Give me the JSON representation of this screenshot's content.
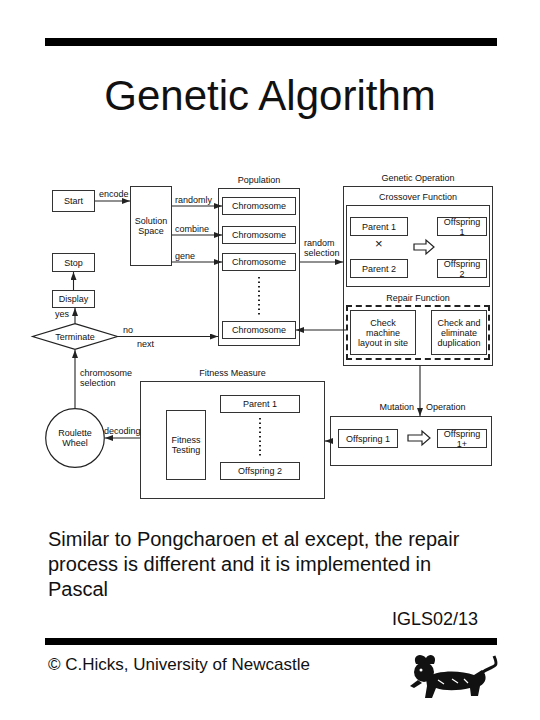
{
  "diagram": {
    "title": "Genetic Algorithm",
    "caption": "Similar to Pongcharoen et al except, the repair process is different and it is implemented in Pascal",
    "nodes": [
      {
        "text": [
          "Start"
        ]
      },
      {
        "text": [
          "Solution Space"
        ]
      },
      {
        "text": [
          "Population"
        ]
      },
      {
        "text": [
          "Chromosome"
        ],
        "in": 2
      },
      {
        "text": [
          "Chromosome"
        ],
        "in": 2
      },
      {
        "text": [
          "Chromosome"
        ],
        "in": 2
      },
      {
        "text": [
          "Chromosome"
        ],
        "in": 2
      },
      {
        "text": [
          "Genetic Operation"
        ]
      },
      {
        "text": [
          "Crossover Function"
        ],
        "in": 7
      },
      {
        "text": [
          "Parent 1"
        ],
        "in": 8
      },
      {
        "text": [
          "Offspring 1"
        ],
        "in": 8
      },
      {
        "text": [
          "Parent 2"
        ],
        "in": 8
      },
      {
        "text": [
          "Offspring 2"
        ],
        "in": 8
      },
      {
        "text": [
          "Repair Function"
        ],
        "in": 7
      },
      {
        "text": [
          "Check machine layout in site"
        ],
        "in": 13
      },
      {
        "text": [
          "Check and eliminate duplication"
        ],
        "in": 13
      },
      {
        "text": [
          "Stop"
        ]
      },
      {
        "text": [
          "Display"
        ]
      },
      {
        "text": [
          "Terminate"
        ]
      },
      {
        "text": [
          "Fitness Measure"
        ]
      },
      {
        "text": [
          "Parent 1"
        ],
        "in": 19
      },
      {
        "text": [
          "Offspring 2"
        ],
        "in": 19
      },
      {
        "text": [
          "Fitness Testing"
        ],
        "in": 19
      },
      {
        "text": [
          "Roulette Wheel"
        ]
      },
      {
        "text": [
          "Mutation",
          "Operation"
        ]
      },
      {
        "text": [
          "Offspring 1"
        ],
        "in": 24
      },
      {
        "text": [
          "Offspring 1+"
        ],
        "in": 24
      }
    ],
    "edges": [
      {
        "from": 0,
        "to": 1,
        "label": "encode",
        "arrow": "to"
      },
      {
        "from": 1,
        "to": 3,
        "label": "randomly",
        "arrow": "to"
      },
      {
        "from": 1,
        "to": 4,
        "label": "combine",
        "arrow": "to"
      },
      {
        "from": 1,
        "to": 5,
        "label": "gene",
        "arrow": "to"
      },
      {
        "from": 2,
        "to": 7,
        "label": "random selection",
        "arrow": "to"
      },
      {
        "from": 13,
        "to": 6,
        "arrow": "to"
      },
      {
        "from": 7,
        "to": 24,
        "arrow": "to"
      },
      {
        "from": 24,
        "to": 19,
        "arrow": "to"
      },
      {
        "from": 19,
        "to": 23,
        "label": "decoding",
        "arrow": "to"
      },
      {
        "from": 23,
        "to": 18,
        "label": "chromosome selection",
        "arrow": "to"
      },
      {
        "from": 18,
        "to": 17,
        "label": "yes",
        "arrow": "to"
      },
      {
        "from": 17,
        "to": 16,
        "arrow": "to"
      },
      {
        "from": 18,
        "to": 2,
        "label": "no",
        "arrow": "to"
      }
    ],
    "labels": [
      "×",
      "next",
      "IGLS02/13",
      "© C.Hicks, University of Newcastle"
    ]
  }
}
